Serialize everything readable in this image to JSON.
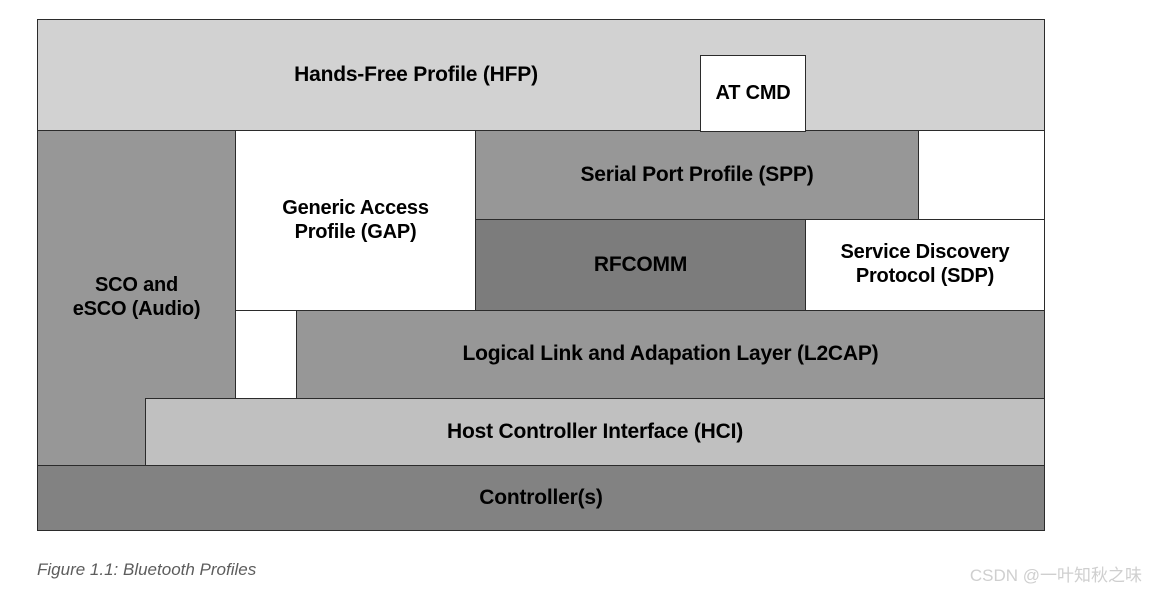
{
  "figure": {
    "caption": "Figure 1.1: Bluetooth Profiles",
    "watermark": "CSDN @一叶知秋之味"
  },
  "diagram": {
    "type": "layered-stack",
    "title": "Bluetooth Profiles",
    "colors": {
      "hfp_band": "#d2d2d2",
      "profile_gray": "#979797",
      "rfcomm_gray": "#7c7c7c",
      "hci_gray": "#c0c0c0",
      "controller_gray": "#828282",
      "white": "#ffffff",
      "border": "#2b2b2b",
      "caption_text": "#5d5d5d",
      "watermark_text": "#cfcfcf"
    },
    "layers": [
      {
        "row": 1,
        "blocks": [
          {
            "id": "hfp",
            "label": "Hands-Free Profile (HFP)",
            "fill": "#d2d2d2"
          },
          {
            "id": "at-cmd",
            "label": "AT CMD",
            "fill": "#ffffff"
          }
        ]
      },
      {
        "row": 2,
        "blocks": [
          {
            "id": "sco",
            "label": "SCO and\neSCO (Audio)",
            "fill": "#979797"
          },
          {
            "id": "gap",
            "label": "Generic Access\nProfile (GAP)",
            "fill": "#ffffff"
          },
          {
            "id": "spp",
            "label": "Serial Port Profile (SPP)",
            "fill": "#979797"
          },
          {
            "id": "rfcomm",
            "label": "RFCOMM",
            "fill": "#7c7c7c"
          },
          {
            "id": "sdp",
            "label": "Service Discovery\nProtocol (SDP)",
            "fill": "#ffffff"
          }
        ]
      },
      {
        "row": 3,
        "blocks": [
          {
            "id": "l2cap",
            "label": "Logical Link and Adapation Layer (L2CAP)",
            "fill": "#979797"
          }
        ]
      },
      {
        "row": 4,
        "blocks": [
          {
            "id": "hci",
            "label": "Host Controller Interface (HCI)",
            "fill": "#c0c0c0"
          }
        ]
      },
      {
        "row": 5,
        "blocks": [
          {
            "id": "controller",
            "label": "Controller(s)",
            "fill": "#828282"
          }
        ]
      }
    ],
    "labels": {
      "hfp": "Hands-Free Profile (HFP)",
      "at_cmd": "AT CMD",
      "sco_line1": "SCO and",
      "sco_line2": "eSCO (Audio)",
      "gap_line1": "Generic Access",
      "gap_line2": "Profile (GAP)",
      "spp": "Serial Port Profile (SPP)",
      "rfcomm": "RFCOMM",
      "sdp_line1": "Service Discovery",
      "sdp_line2": "Protocol (SDP)",
      "l2cap": "Logical Link and Adapation Layer (L2CAP)",
      "hci": "Host Controller Interface (HCI)",
      "controller": "Controller(s)"
    }
  }
}
